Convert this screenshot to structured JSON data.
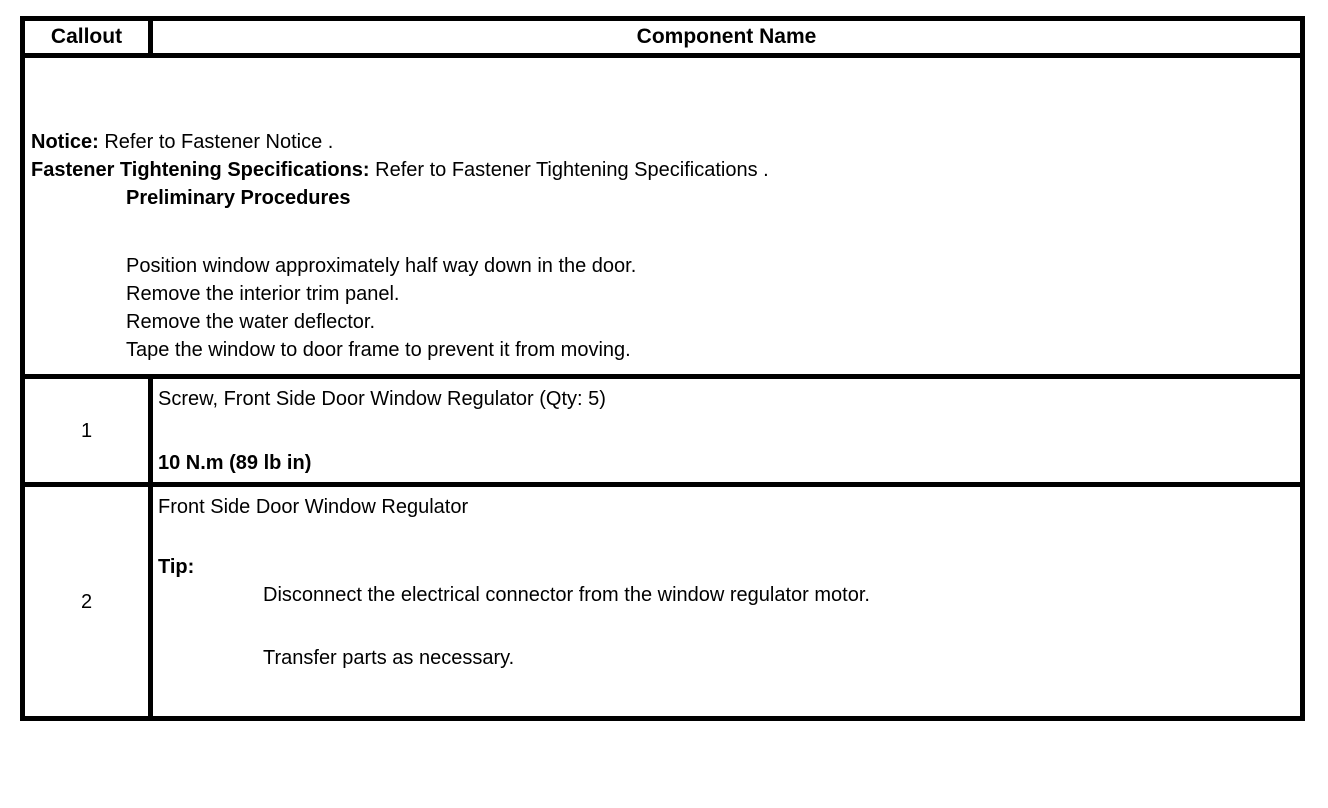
{
  "table": {
    "headers": [
      "Callout",
      "Component Name"
    ]
  },
  "notes": {
    "notice_label": "Notice:",
    "notice_text": "Refer to Fastener Notice .",
    "fastener_label": "Fastener Tightening Specifications:",
    "fastener_text": "Refer to Fastener Tightening Specifications .",
    "preliminary": {
      "title": "Preliminary Procedures",
      "steps": [
        "Position window approximately half way down in the door.",
        "Remove the interior trim panel.",
        "Remove the water deflector.",
        "Tape the window to door frame to prevent it from moving."
      ]
    }
  },
  "rows": [
    {
      "callout": "1",
      "component": "Screw, Front Side Door Window Regulator (Qty: 5)",
      "torque": "10 N.m (89 lb in)"
    },
    {
      "callout": "2",
      "component": "Front Side Door Window Regulator",
      "tip_label": "Tip:",
      "tip_steps": [
        "Disconnect the electrical connector from the window regulator motor.",
        "Transfer parts as necessary."
      ]
    }
  ]
}
